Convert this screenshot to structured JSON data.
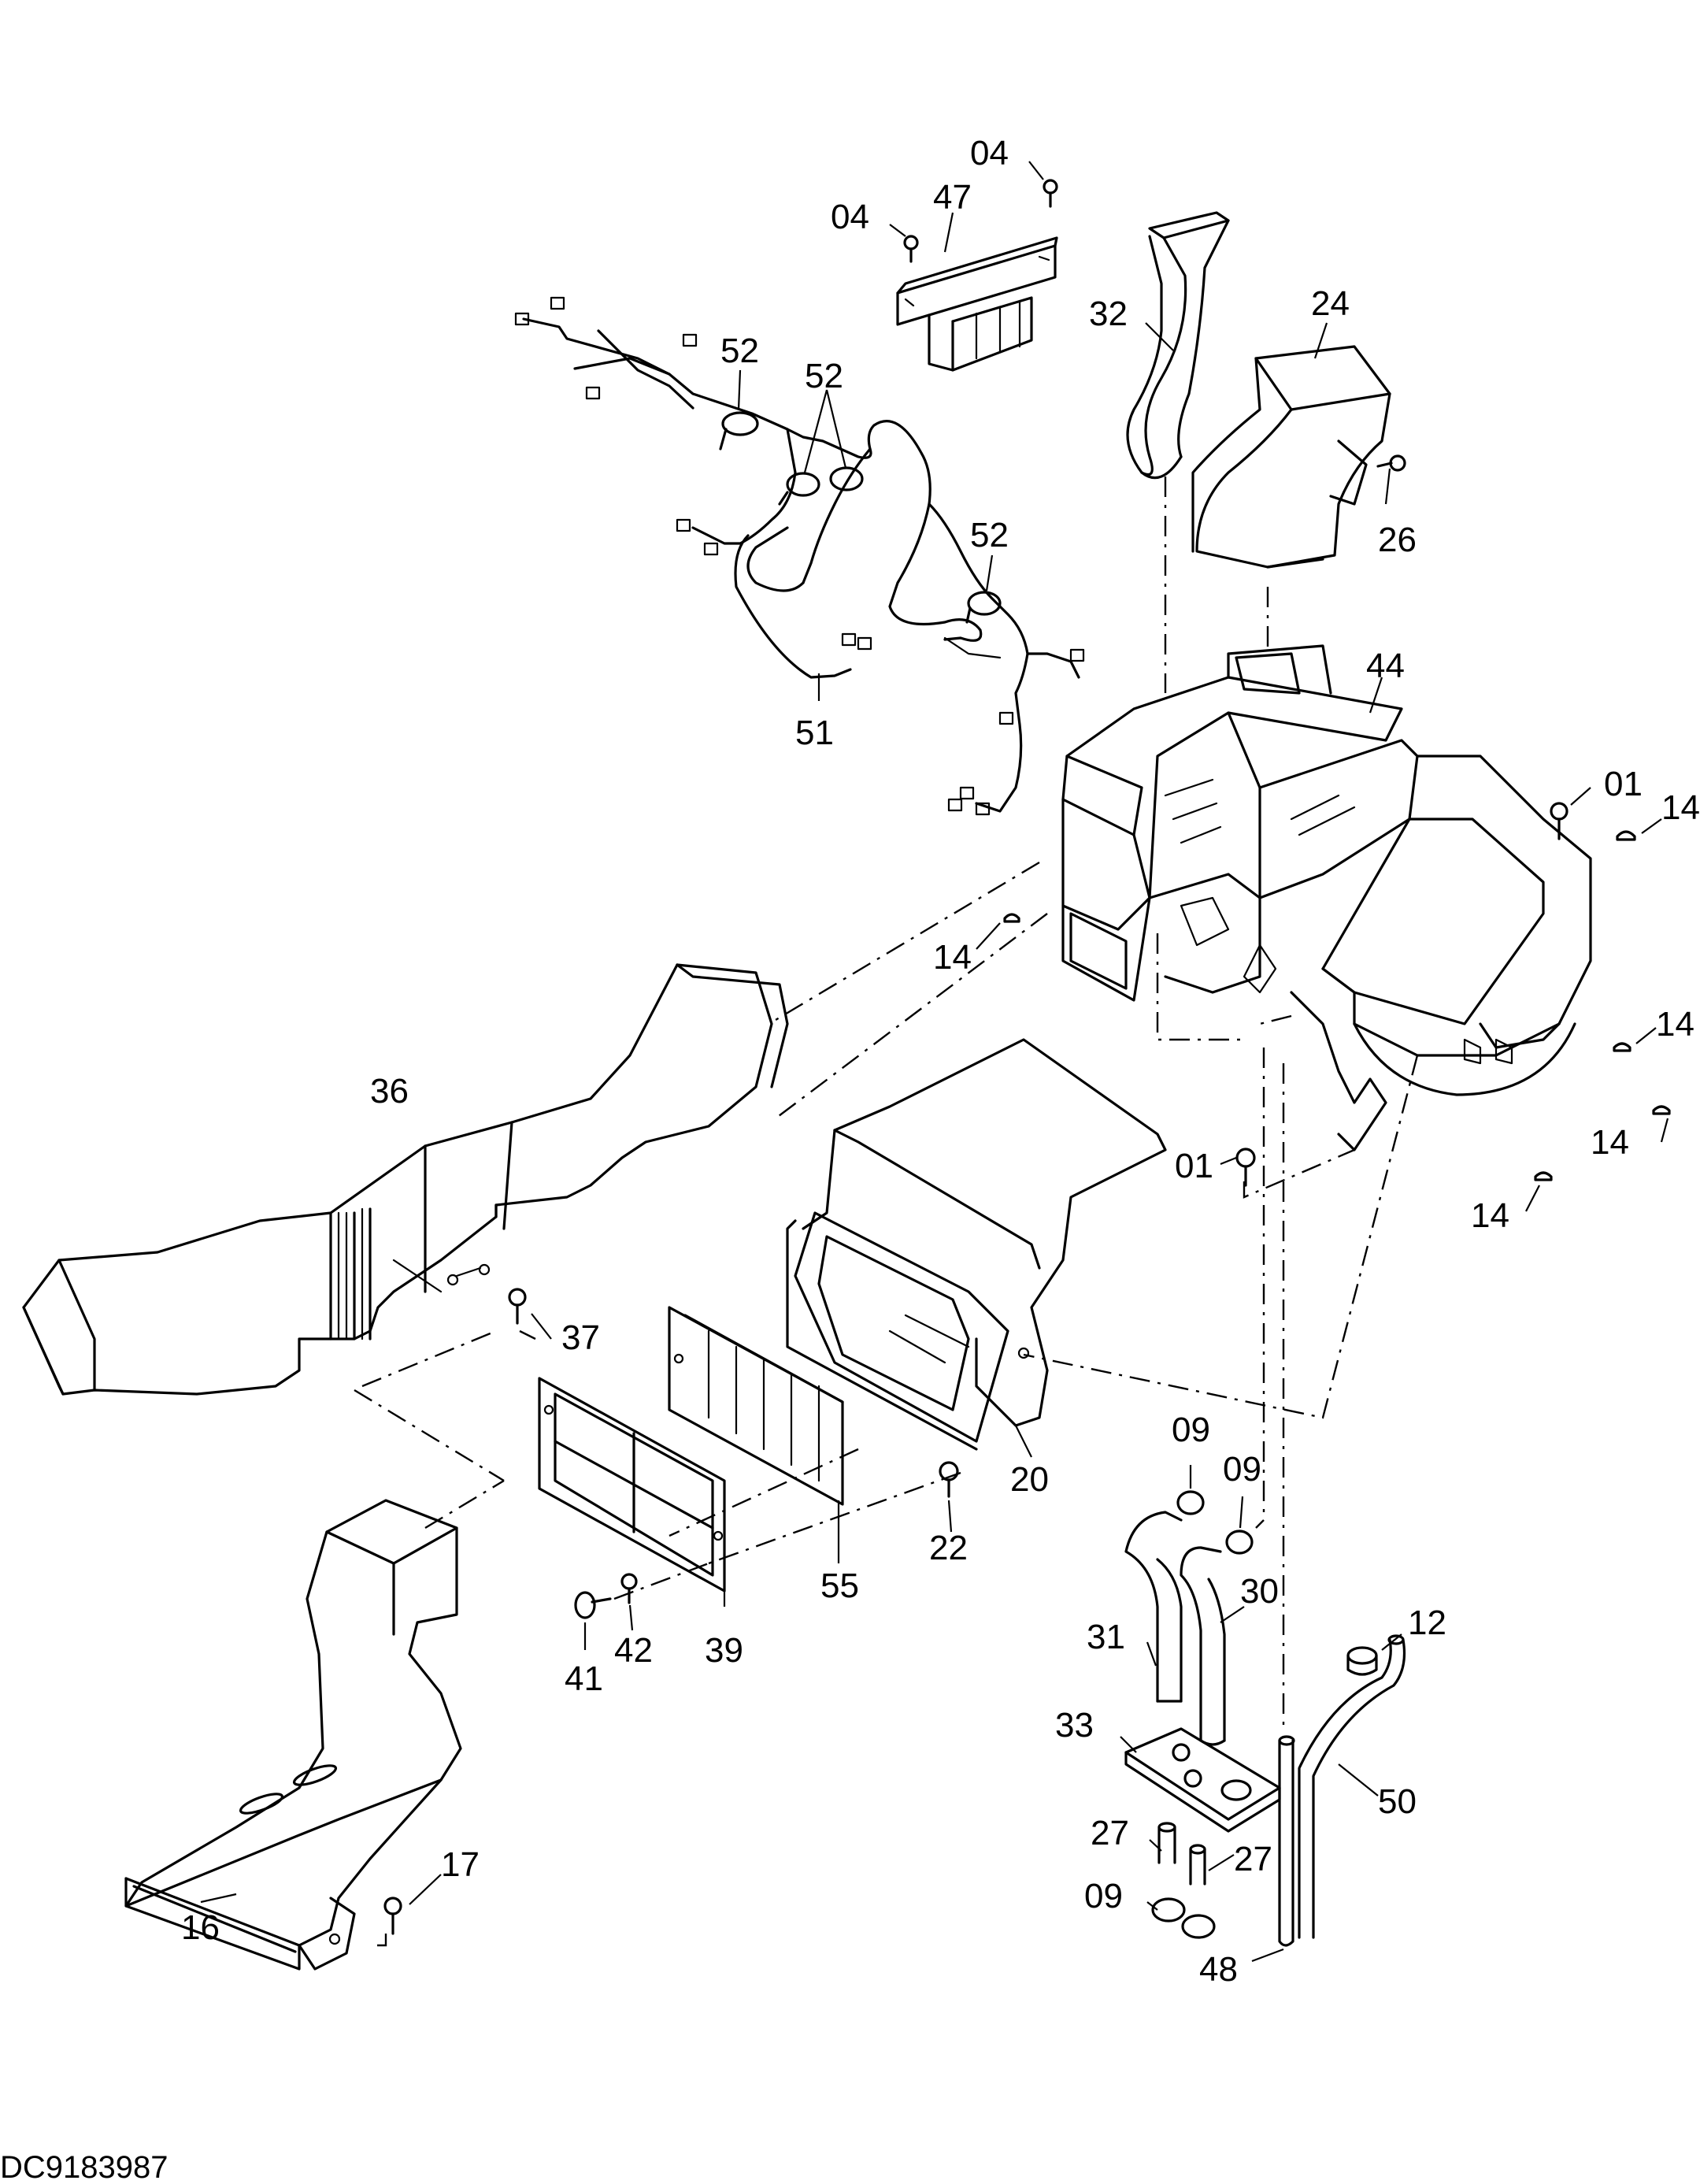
{
  "document_id": "DC9183987",
  "callouts": [
    {
      "key": "p04a",
      "text": "04"
    },
    {
      "key": "p04b",
      "text": "04"
    },
    {
      "key": "p47",
      "text": "47"
    },
    {
      "key": "p32",
      "text": "32"
    },
    {
      "key": "p24",
      "text": "24"
    },
    {
      "key": "p52a",
      "text": "52"
    },
    {
      "key": "p52b",
      "text": "52"
    },
    {
      "key": "p52c",
      "text": "52"
    },
    {
      "key": "p26",
      "text": "26"
    },
    {
      "key": "p51",
      "text": "51"
    },
    {
      "key": "p44",
      "text": "44"
    },
    {
      "key": "p01a",
      "text": "01"
    },
    {
      "key": "p14a",
      "text": "14"
    },
    {
      "key": "p14b",
      "text": "14"
    },
    {
      "key": "p14c",
      "text": "14"
    },
    {
      "key": "p14d",
      "text": "14"
    },
    {
      "key": "p14e",
      "text": "14"
    },
    {
      "key": "p36",
      "text": "36"
    },
    {
      "key": "p01b",
      "text": "01"
    },
    {
      "key": "p37",
      "text": "37"
    },
    {
      "key": "p20",
      "text": "20"
    },
    {
      "key": "p09a",
      "text": "09"
    },
    {
      "key": "p09b",
      "text": "09"
    },
    {
      "key": "p22",
      "text": "22"
    },
    {
      "key": "p55",
      "text": "55"
    },
    {
      "key": "p30",
      "text": "30"
    },
    {
      "key": "p31",
      "text": "31"
    },
    {
      "key": "p12",
      "text": "12"
    },
    {
      "key": "p41",
      "text": "41"
    },
    {
      "key": "p42",
      "text": "42"
    },
    {
      "key": "p39",
      "text": "39"
    },
    {
      "key": "p33",
      "text": "33"
    },
    {
      "key": "p50",
      "text": "50"
    },
    {
      "key": "p27a",
      "text": "27"
    },
    {
      "key": "p27b",
      "text": "27"
    },
    {
      "key": "p09c",
      "text": "09"
    },
    {
      "key": "p17",
      "text": "17"
    },
    {
      "key": "p16",
      "text": "16"
    },
    {
      "key": "p48",
      "text": "48"
    }
  ]
}
